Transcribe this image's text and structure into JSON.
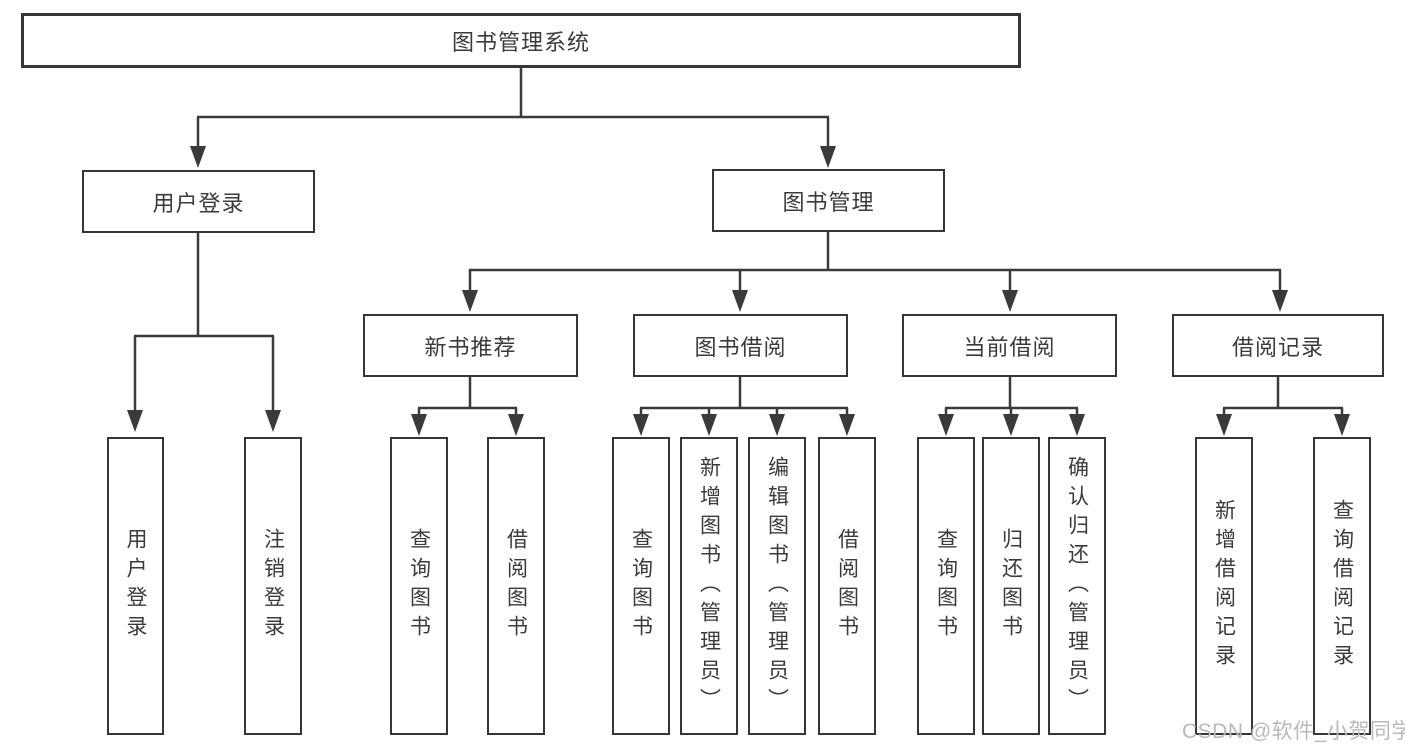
{
  "diagram": {
    "title": "图书管理系统",
    "watermark": "CSDN @软件_小贺同学",
    "colors": {
      "line": "#3a3a3a",
      "text": "#3b3b3b",
      "watermark": "#b9b9b9",
      "background": "#ffffff"
    },
    "nodes": {
      "root": "图书管理系统",
      "user_login": "用户登录",
      "book_mgmt": "图书管理",
      "new_books": "新书推荐",
      "book_borrow": "图书借阅",
      "current_borrow": "当前借阅",
      "borrow_records": "借阅记录",
      "leaves": {
        "user_login_1": "用户登录",
        "user_login_2": "注销登录",
        "new_books_1": "查询图书",
        "new_books_2": "借阅图书",
        "book_borrow_1": "查询图书",
        "book_borrow_2": "新增图书（管理员）",
        "book_borrow_3": "编辑图书（管理员）",
        "book_borrow_4": "借阅图书",
        "current_borrow_1": "查询图书",
        "current_borrow_2": "归还图书",
        "current_borrow_3": "确认归还（管理员）",
        "borrow_records_1": "新增借阅记录",
        "borrow_records_2": "查询借阅记录"
      }
    }
  }
}
